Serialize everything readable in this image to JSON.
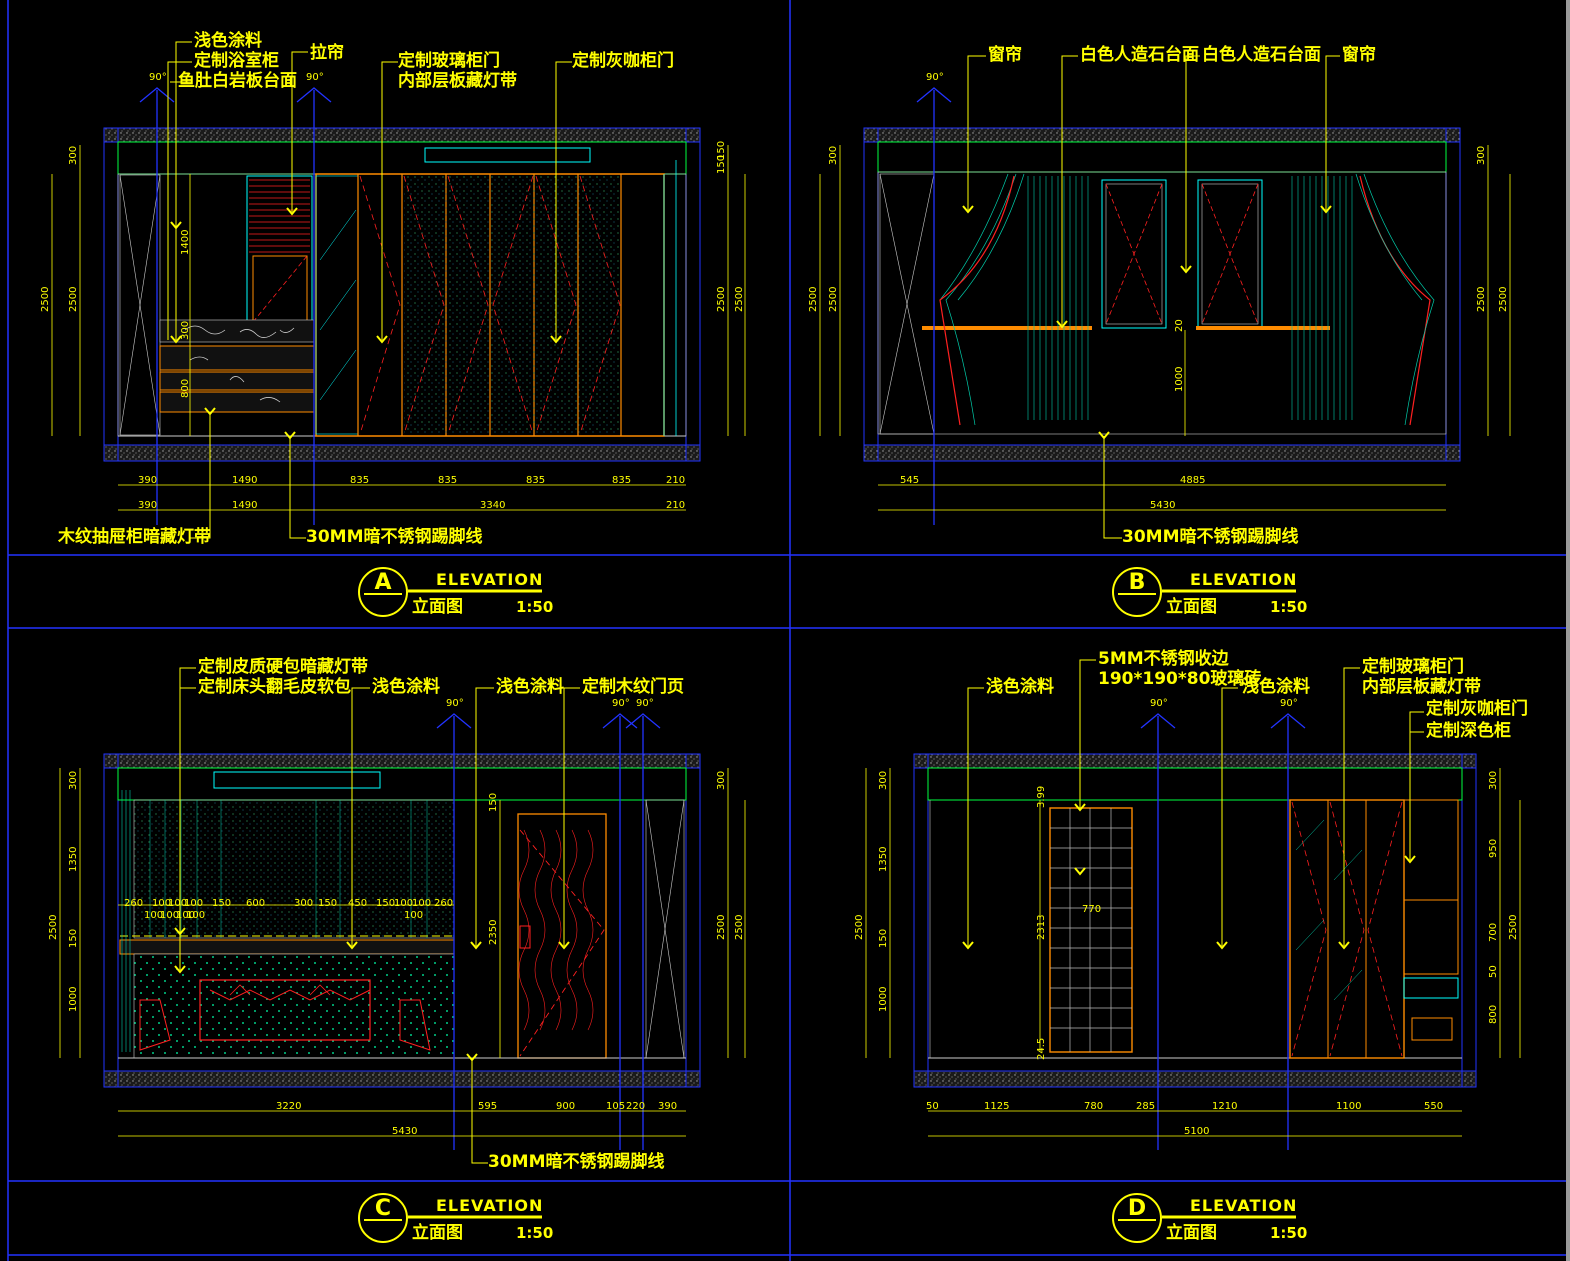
{
  "colors": {
    "background": "#000000",
    "border_blue": "#2233ff",
    "annotation_yellow": "#ffff00",
    "cabinet_orange": "#ff8c00",
    "line_cyan": "#00ffff",
    "line_red": "#ff2020",
    "line_green": "#00ff40",
    "hatch_gray": "#9a9a9a"
  },
  "angle_label": "90°",
  "panels": [
    {
      "id": "A",
      "letter": "A",
      "title_en": "ELEVATION",
      "title_cn": "立面图",
      "scale": "1:50",
      "notes_top": [
        "浅色涂料",
        "定制浴室柜",
        "鱼肚白岩板台面",
        "拉帘",
        "定制玻璃柜门",
        "内部层板藏灯带",
        "定制灰咖柜门"
      ],
      "notes_bottom": [
        "木纹抽屉柜暗藏灯带",
        "30MM暗不锈钢踢脚线"
      ],
      "dims_row1": [
        "390",
        "1490",
        "835",
        "835",
        "835",
        "835",
        "210"
      ],
      "dims_row2": [
        "390",
        "1490",
        "3340",
        "210"
      ],
      "dims_left": [
        "2500",
        "2500",
        "300",
        "1400",
        "300",
        "800"
      ],
      "dims_right": [
        "150",
        "150",
        "2500",
        "2500"
      ]
    },
    {
      "id": "B",
      "letter": "B",
      "title_en": "ELEVATION",
      "title_cn": "立面图",
      "scale": "1:50",
      "notes_top": [
        "窗帘",
        "白色人造石台面",
        "白色人造石台面",
        "窗帘"
      ],
      "notes_bottom": [
        "30MM暗不锈钢踢脚线"
      ],
      "dims_row1": [
        "545",
        "4885"
      ],
      "dims_row2": [
        "5430"
      ],
      "dims_left": [
        "2500",
        "2500",
        "300"
      ],
      "dims_right": [
        "300",
        "2500",
        "2500"
      ],
      "dims_inner": [
        "20",
        "1000"
      ]
    },
    {
      "id": "C",
      "letter": "C",
      "title_en": "ELEVATION",
      "title_cn": "立面图",
      "scale": "1:50",
      "notes_top": [
        "定制皮质硬包暗藏灯带",
        "定制床头翻毛皮软包",
        "浅色涂料",
        "浅色涂料",
        "定制木纹门页"
      ],
      "notes_bottom": [
        "30MM暗不锈钢踢脚线"
      ],
      "dims_row1": [
        "3220",
        "595",
        "900",
        "105",
        "220",
        "390"
      ],
      "dims_row2": [
        "5430"
      ],
      "dims_left": [
        "2500",
        "300",
        "1350",
        "150",
        "1000"
      ],
      "dims_right": [
        "300",
        "2500",
        "2500"
      ],
      "dims_inner_top": [
        "260",
        "100",
        "100",
        "100",
        "150",
        "600",
        "300",
        "150",
        "450",
        "150",
        "100",
        "100",
        "260"
      ],
      "dims_inner_bottom": [
        "100",
        "100",
        "100",
        "100"
      ],
      "dims_door": [
        "150",
        "2350"
      ]
    },
    {
      "id": "D",
      "letter": "D",
      "title_en": "ELEVATION",
      "title_cn": "立面图",
      "scale": "1:50",
      "notes_top": [
        "浅色涂料",
        "5MM不锈钢收边",
        "190*190*80玻璃砖",
        "浅色涂料",
        "定制玻璃柜门",
        "内部层板藏灯带",
        "定制灰咖柜门",
        "定制深色柜"
      ],
      "notes_bottom": [],
      "dims_row1": [
        "50",
        "1125",
        "780",
        "285",
        "1210",
        "1100",
        "550"
      ],
      "dims_row2": [
        "5100"
      ],
      "dims_left": [
        "2500",
        "300",
        "1350",
        "150",
        "1000"
      ],
      "dims_right": [
        "300",
        "950",
        "700",
        "50",
        "800",
        "2500"
      ],
      "dims_inner": [
        "3.99",
        "770",
        "2313",
        "24.5"
      ]
    }
  ]
}
